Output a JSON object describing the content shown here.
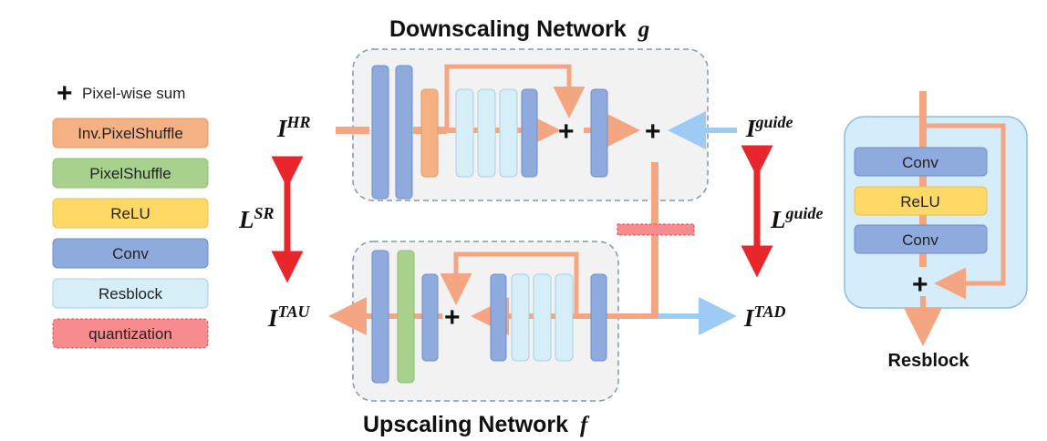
{
  "colors": {
    "orange_arrow": "#f4a582",
    "blue_arrow": "#9ecbf3",
    "red_arrow": "#e8262b",
    "inv_pixelshuffle": "#f4b183",
    "pixelshuffle": "#a9d18e",
    "relu": "#ffd966",
    "conv": "#8faadc",
    "resblock": "#d6eef8",
    "quantization": "#f78b8e",
    "network_bg": "#f2f2f2",
    "network_border": "#8496b0",
    "resblock_panel_bg": "#d5ecfa"
  },
  "legend": {
    "plus_symbol": "+",
    "items": [
      {
        "label": "Pixel-wise sum",
        "icon": "plus-icon"
      },
      {
        "label": "Inv.PixelShuffle",
        "color_key": "inv_pixelshuffle"
      },
      {
        "label": "PixelShuffle",
        "color_key": "pixelshuffle"
      },
      {
        "label": "ReLU",
        "color_key": "relu"
      },
      {
        "label": "Conv",
        "color_key": "conv"
      },
      {
        "label": "Resblock",
        "color_key": "resblock"
      },
      {
        "label": "quantization",
        "color_key": "quantization"
      }
    ]
  },
  "networks": {
    "downscaling": {
      "title": "Downscaling Network",
      "var": "g"
    },
    "upscaling": {
      "title": "Upscaling Network",
      "var": "f"
    }
  },
  "symbols": {
    "i_hr": {
      "base": "I",
      "sup": "HR"
    },
    "i_guide": {
      "base": "I",
      "sup": "guide"
    },
    "l_sr": {
      "base": "L",
      "sup": "SR"
    },
    "l_guide": {
      "base": "L",
      "sup": "guide"
    },
    "i_tau": {
      "base": "I",
      "sup": "TAU"
    },
    "i_tad": {
      "base": "I",
      "sup": "TAD"
    }
  },
  "plus": "+",
  "resblock_panel": {
    "title": "Resblock",
    "layers": [
      "Conv",
      "ReLU",
      "Conv"
    ]
  }
}
